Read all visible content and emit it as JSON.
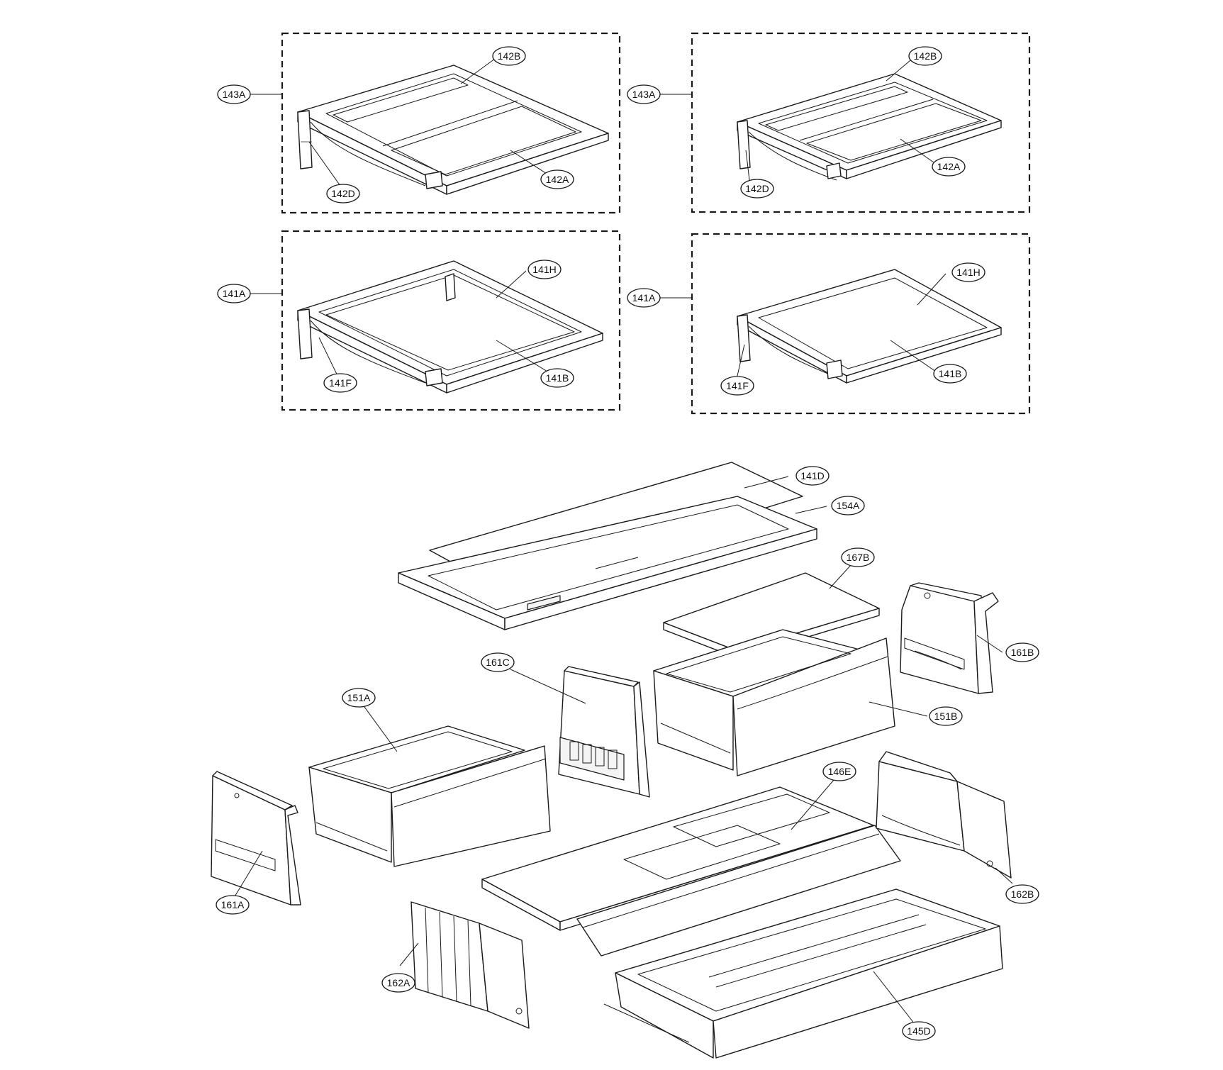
{
  "diagram": {
    "callouts": [
      {
        "id": "c143A-1",
        "label": "143A"
      },
      {
        "id": "c142B-1",
        "label": "142B"
      },
      {
        "id": "c142A-1",
        "label": "142A"
      },
      {
        "id": "c142D-1",
        "label": "142D"
      },
      {
        "id": "c143A-2",
        "label": "143A"
      },
      {
        "id": "c142B-2",
        "label": "142B"
      },
      {
        "id": "c142A-2",
        "label": "142A"
      },
      {
        "id": "c142D-2",
        "label": "142D"
      },
      {
        "id": "c141A-1",
        "label": "141A"
      },
      {
        "id": "c141H-1",
        "label": "141H"
      },
      {
        "id": "c141B-1",
        "label": "141B"
      },
      {
        "id": "c141F-1",
        "label": "141F"
      },
      {
        "id": "c141A-2",
        "label": "141A"
      },
      {
        "id": "c141H-2",
        "label": "141H"
      },
      {
        "id": "c141B-2",
        "label": "141B"
      },
      {
        "id": "c141F-2",
        "label": "141F"
      },
      {
        "id": "c141D",
        "label": "141D"
      },
      {
        "id": "c154A",
        "label": "154A"
      },
      {
        "id": "c167B",
        "label": "167B"
      },
      {
        "id": "c161B",
        "label": "161B"
      },
      {
        "id": "c161C",
        "label": "161C"
      },
      {
        "id": "c151A",
        "label": "151A"
      },
      {
        "id": "c151B",
        "label": "151B"
      },
      {
        "id": "c146E",
        "label": "146E"
      },
      {
        "id": "c161A",
        "label": "161A"
      },
      {
        "id": "c162B",
        "label": "162B"
      },
      {
        "id": "c162A",
        "label": "162A"
      },
      {
        "id": "c145D",
        "label": "145D"
      }
    ]
  }
}
